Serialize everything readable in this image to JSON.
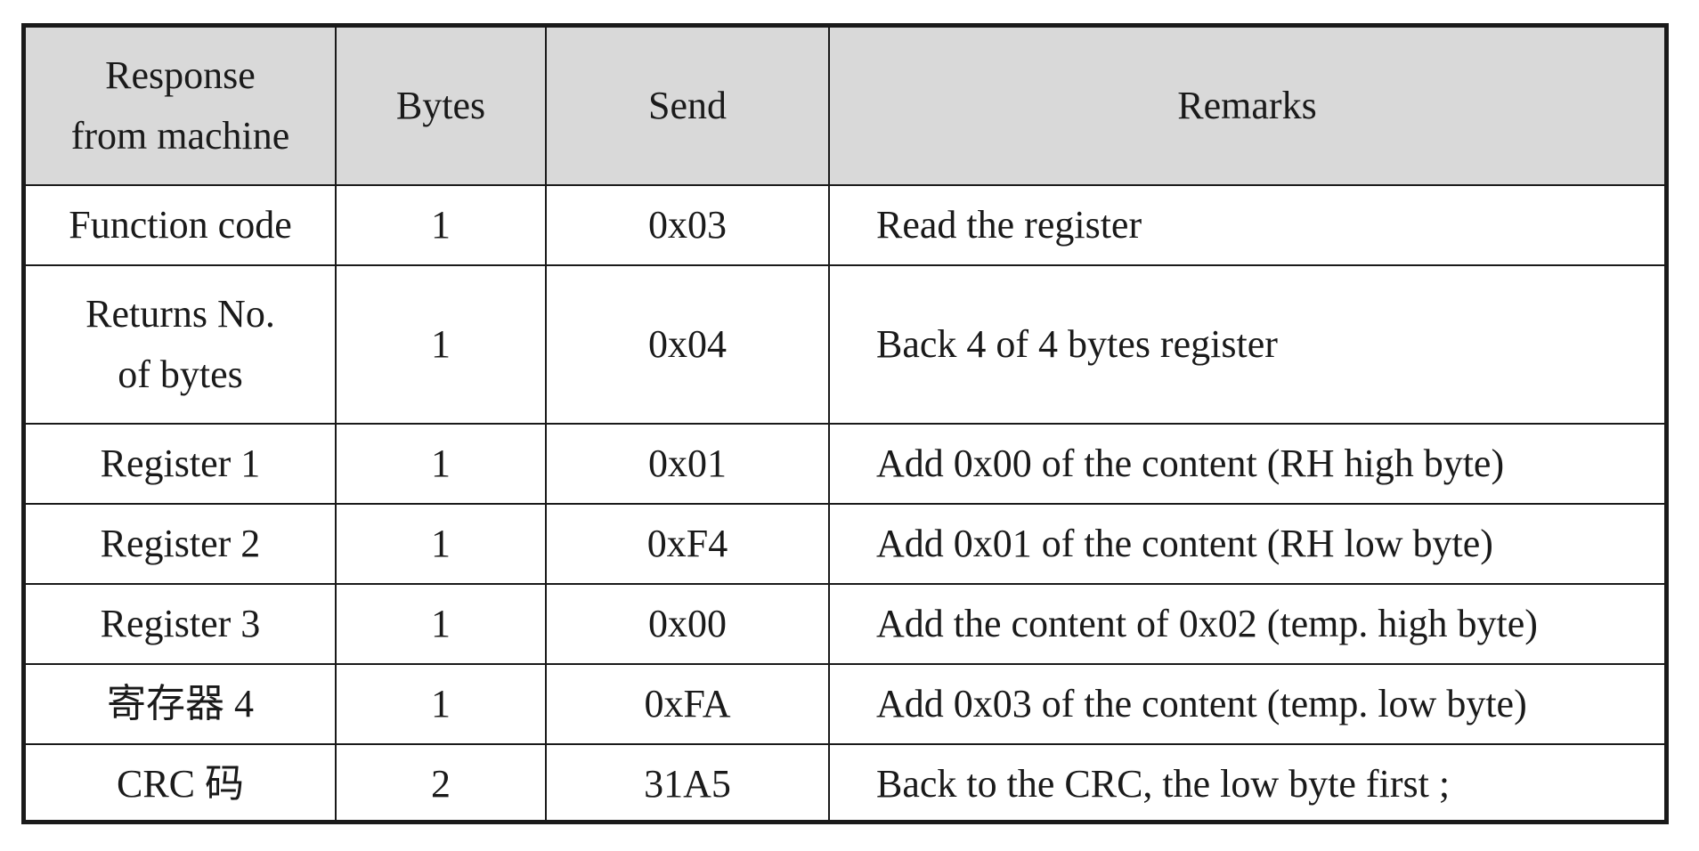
{
  "table": {
    "headers": {
      "response_line1": "Response",
      "response_line2": "from machine",
      "bytes": "Bytes",
      "send": "Send",
      "remarks": "Remarks"
    },
    "rows": [
      {
        "name": "Function code",
        "name_line2": "",
        "bytes": "1",
        "send": "0x03",
        "remark": "Read the register"
      },
      {
        "name": "Returns No.",
        "name_line2": "of bytes",
        "bytes": "1",
        "send": "0x04",
        "remark": "Back 4 of 4 bytes register"
      },
      {
        "name": "Register 1",
        "name_line2": "",
        "bytes": "1",
        "send": "0x01",
        "remark": "Add 0x00 of the content (RH high byte)"
      },
      {
        "name": "Register 2",
        "name_line2": "",
        "bytes": "1",
        "send": "0xF4",
        "remark": "Add 0x01 of the content (RH low byte)"
      },
      {
        "name": "Register 3",
        "name_line2": "",
        "bytes": "1",
        "send": "0x00",
        "remark": "Add the content of 0x02 (temp. high byte)"
      },
      {
        "name": "寄存器 4",
        "name_line2": "",
        "bytes": "1",
        "send": "0xFA",
        "remark": "Add 0x03 of the content (temp. low byte)"
      },
      {
        "name": "CRC 码",
        "name_line2": "",
        "bytes": "2",
        "send": "31A5",
        "remark": "Back to the CRC, the low byte first ;"
      }
    ]
  },
  "colors": {
    "header_background": "#d9d9d9",
    "border": "#1a1a1a",
    "text": "#1a1a1a"
  }
}
